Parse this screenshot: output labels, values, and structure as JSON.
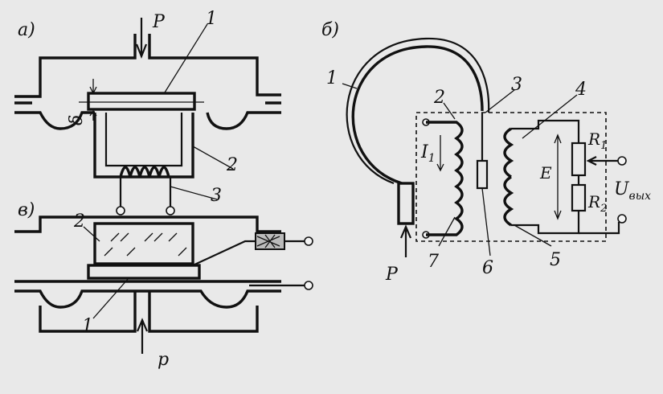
{
  "panels": {
    "a": {
      "label": "а)",
      "pressure": "P",
      "n1": "1",
      "n2": "2",
      "n3": "3",
      "gap": "δ"
    },
    "b": {
      "label": "б)",
      "n1": "1",
      "n2": "2",
      "n3": "3",
      "n4": "4",
      "n5": "5",
      "n6": "6",
      "n7": "7",
      "current": "I",
      "current_sub": "1",
      "pressure": "P",
      "emf": "E",
      "r1": "R",
      "r1_sub": "1",
      "r2": "R",
      "r2_sub": "2",
      "output": "U",
      "output_sub": "вых"
    },
    "c": {
      "label": "в)",
      "pressure": "p",
      "n1": "1",
      "n2": "2"
    }
  }
}
